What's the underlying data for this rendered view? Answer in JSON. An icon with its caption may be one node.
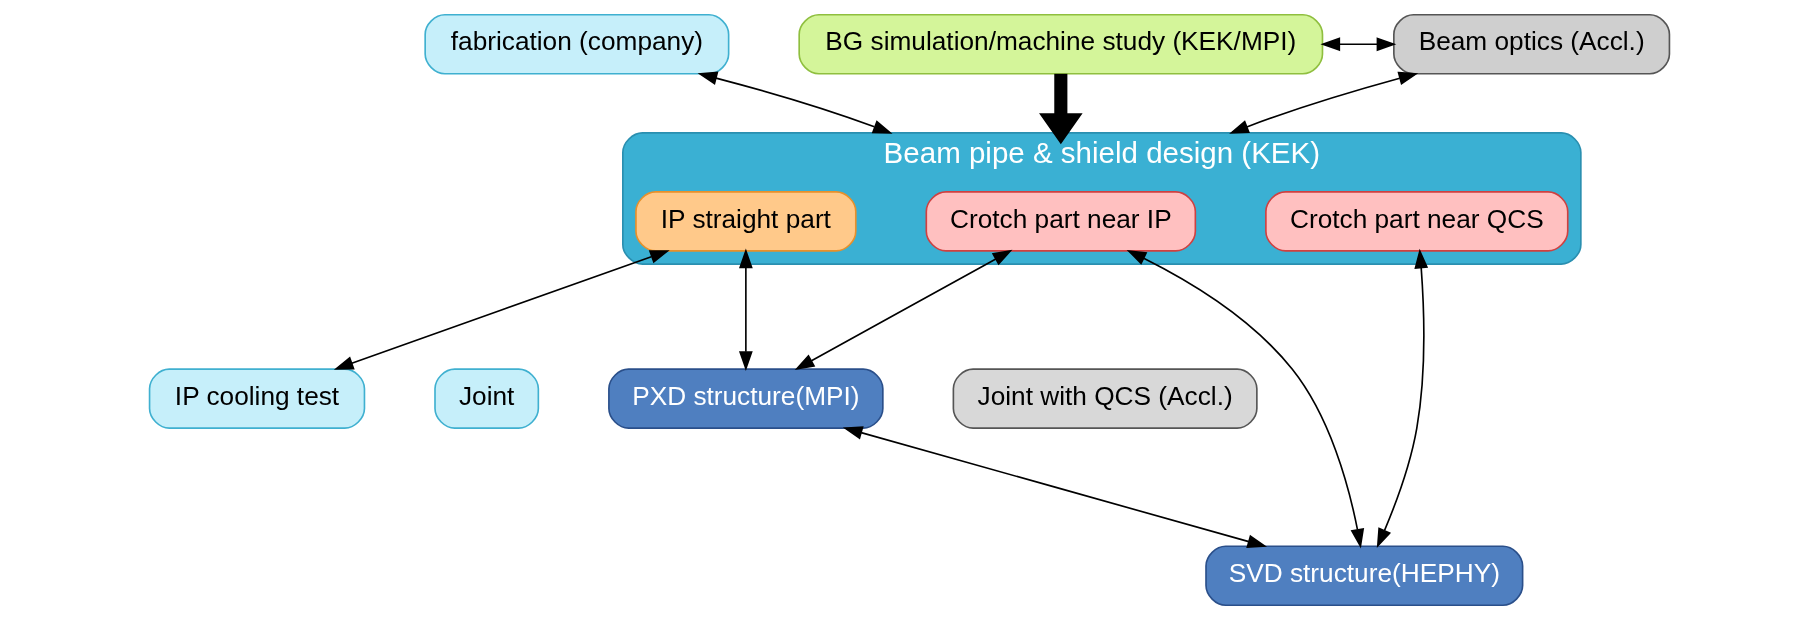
{
  "diagram": {
    "nodes": [
      {
        "text": [
          "BG simulation/machine study (KEK/MPI)"
        ]
      },
      {
        "text": [
          "Beam optics (Accl.)"
        ]
      },
      {
        "text": [
          "fabrication (company)"
        ]
      },
      {
        "text": [
          "Beam pipe & shield design (KEK)"
        ]
      },
      {
        "text": [
          "IP straight part"
        ],
        "in": 3
      },
      {
        "text": [
          "Crotch part near IP"
        ],
        "in": 3
      },
      {
        "text": [
          "Crotch part near QCS"
        ],
        "in": 3
      },
      {
        "text": [
          "Joint"
        ]
      },
      {
        "text": [
          "Joint with QCS (Accl.)"
        ]
      },
      {
        "text": [
          "IP cooling test"
        ]
      },
      {
        "text": [
          "PXD structure(MPI)"
        ]
      },
      {
        "text": [
          "SVD structure(HEPHY)"
        ]
      }
    ],
    "edges": [
      {
        "from": 0,
        "to": 1,
        "arrow": "both"
      },
      {
        "from": 0,
        "to": 3,
        "arrow": "to",
        "style": "thick"
      },
      {
        "from": 2,
        "to": 3,
        "arrow": "both"
      },
      {
        "from": 1,
        "to": 3,
        "arrow": "both"
      },
      {
        "from": 4,
        "to": 9,
        "arrow": "both"
      },
      {
        "from": 4,
        "to": 10,
        "arrow": "both"
      },
      {
        "from": 5,
        "to": 10,
        "arrow": "both"
      },
      {
        "from": 5,
        "to": 11,
        "arrow": "both"
      },
      {
        "from": 6,
        "to": 11,
        "arrow": "both"
      },
      {
        "from": 10,
        "to": 11,
        "arrow": "both"
      }
    ]
  }
}
